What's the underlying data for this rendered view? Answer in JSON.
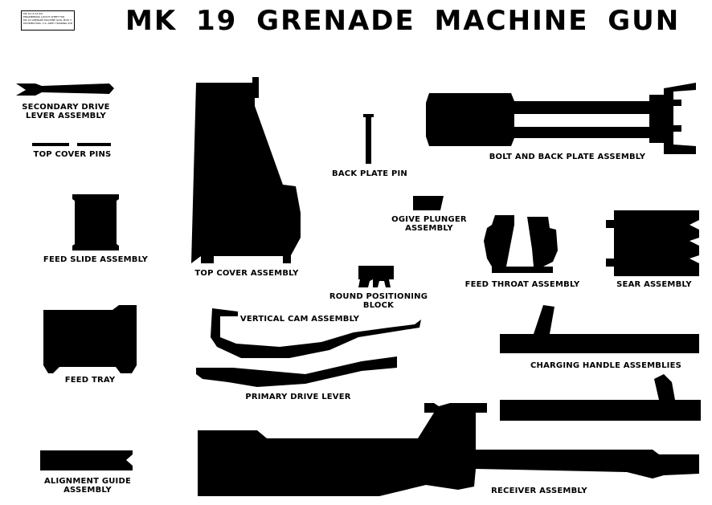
{
  "title": "MK 19 GRENADE MACHINE GUN",
  "doc_label": {
    "line1": "MK 19 (5-23-XX)",
    "line2": "ENGINEERING LAYOUT SHEET FOR",
    "line3": "MK 19 GRENADE MACHINE GUN, MOD 3",
    "line4": "DISTRIBUTION: U.S. ARMY TRAINING SUPPORT CENTERS"
  },
  "labels": {
    "secondary_drive": "SECONDARY DRIVE\nLEVER ASSEMBLY",
    "top_cover_pins": "TOP COVER PINS",
    "feed_slide": "FEED SLIDE ASSEMBLY",
    "feed_tray": "FEED TRAY",
    "alignment_guide": "ALIGNMENT GUIDE\nASSEMBLY",
    "top_cover": "TOP COVER ASSEMBLY",
    "back_plate_pin": "BACK PLATE PIN",
    "bolt_back_plate": "BOLT AND BACK PLATE ASSEMBLY",
    "ogive_plunger": "OGIVE PLUNGER\nASSEMBLY",
    "round_positioning": "ROUND POSITIONING\nBLOCK",
    "feed_throat": "FEED THROAT ASSEMBLY",
    "sear": "SEAR ASSEMBLY",
    "vertical_cam": "VERTICAL CAM ASSEMBLY",
    "charging_handle": "CHARGING HANDLE ASSEMBLIES",
    "primary_drive": "PRIMARY DRIVE LEVER",
    "receiver": "RECEIVER ASSEMBLY"
  }
}
